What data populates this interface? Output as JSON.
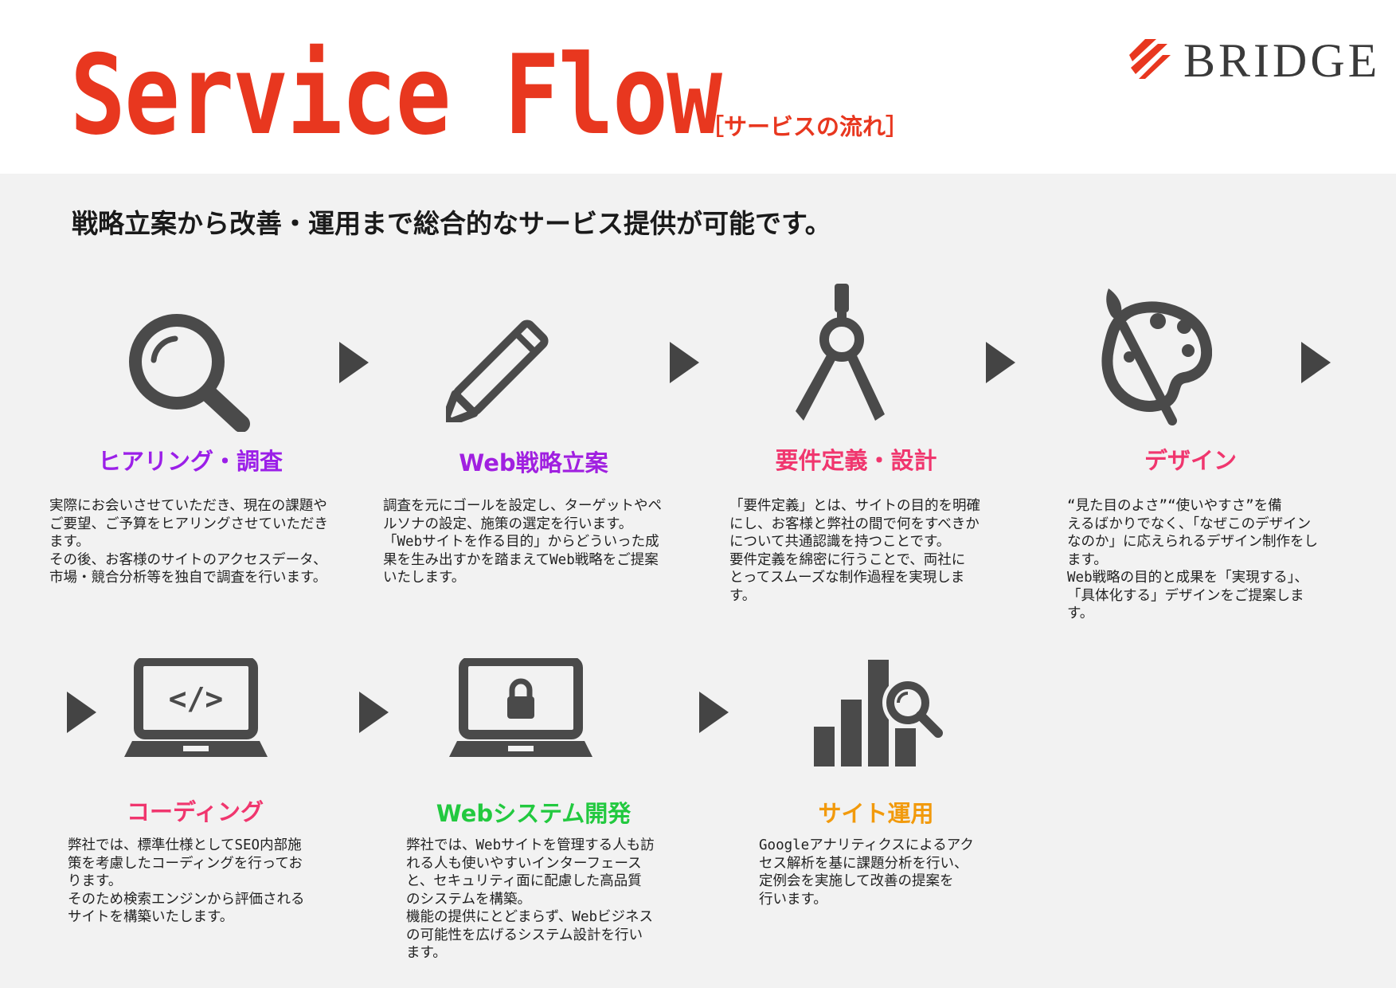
{
  "header": {
    "title": "Service Flow",
    "subtitle": "［サービスの流れ］",
    "logo_text": "BRIDGE",
    "accent_color": "#e8371f"
  },
  "lead": "戦略立案から改善・運用まで総合的なサービス提供が可能です。",
  "steps": [
    {
      "icon": "magnifier-icon",
      "title": "ヒアリング・調査",
      "color": "#9b1fe8",
      "desc": "実際にお会いさせていただき、現在の課題や\nご要望、ご予算をヒアリングさせていただき\nます。\nその後、お客様のサイトのアクセスデータ、\n市場・競合分析等を独自で調査を行います。"
    },
    {
      "icon": "pencil-icon",
      "title": "Web戦略立案",
      "color": "#a020e0",
      "desc": "調査を元にゴールを設定し、ターゲットやペ\nルソナの設定、施策の選定を行います。\n「Webサイトを作る目的」からどういった成\n果を生み出すかを踏まえてWeb戦略をご提案\nいたします。"
    },
    {
      "icon": "compass-icon",
      "title": "要件定義・設計",
      "color": "#f0366e",
      "desc": "「要件定義」とは、サイトの目的を明確\nにし、お客様と弊社の間で何をすべきか\nについて共通認識を持つことです。\n要件定義を綿密に行うことで、両社に\nとってスムーズな制作過程を実現しま\nす。"
    },
    {
      "icon": "palette-brush-icon",
      "title": "デザイン",
      "color": "#f0366e",
      "desc": "“見た目のよさ”“使いやすさ”を備\nえるばかりでなく、「なぜこのデザイン\nなのか」に応えられるデザイン制作をし\nます。\nWeb戦略の目的と成果を「実現する」、\n「具体化する」デザインをご提案しま\nす。"
    },
    {
      "icon": "laptop-code-icon",
      "title": "コーディング",
      "color": "#f0366e",
      "desc": "弊社では、標準仕様としてSEO内部施\n策を考慮したコーディングを行ってお\nります。\nそのため検索エンジンから評価される\nサイトを構築いたします。"
    },
    {
      "icon": "laptop-lock-icon",
      "title": "Webシステム開発",
      "color": "#22c93f",
      "desc": "弊社では、Webサイトを管理する人も訪\nれる人も使いやすいインターフェース\nと、セキュリティ面に配慮した高品質\nのシステムを構築。\n機能の提供にとどまらず、Webビジネス\nの可能性を広げるシステム設計を行い\nます。"
    },
    {
      "icon": "chart-search-icon",
      "title": "サイト運用",
      "color": "#f29a0c",
      "desc": "Googleアナリティクスによるアク\nセス解析を基に課題分析を行い、\n定例会を実施して改善の提案を\n行います。"
    }
  ],
  "icon_color": "#4a4a4a"
}
